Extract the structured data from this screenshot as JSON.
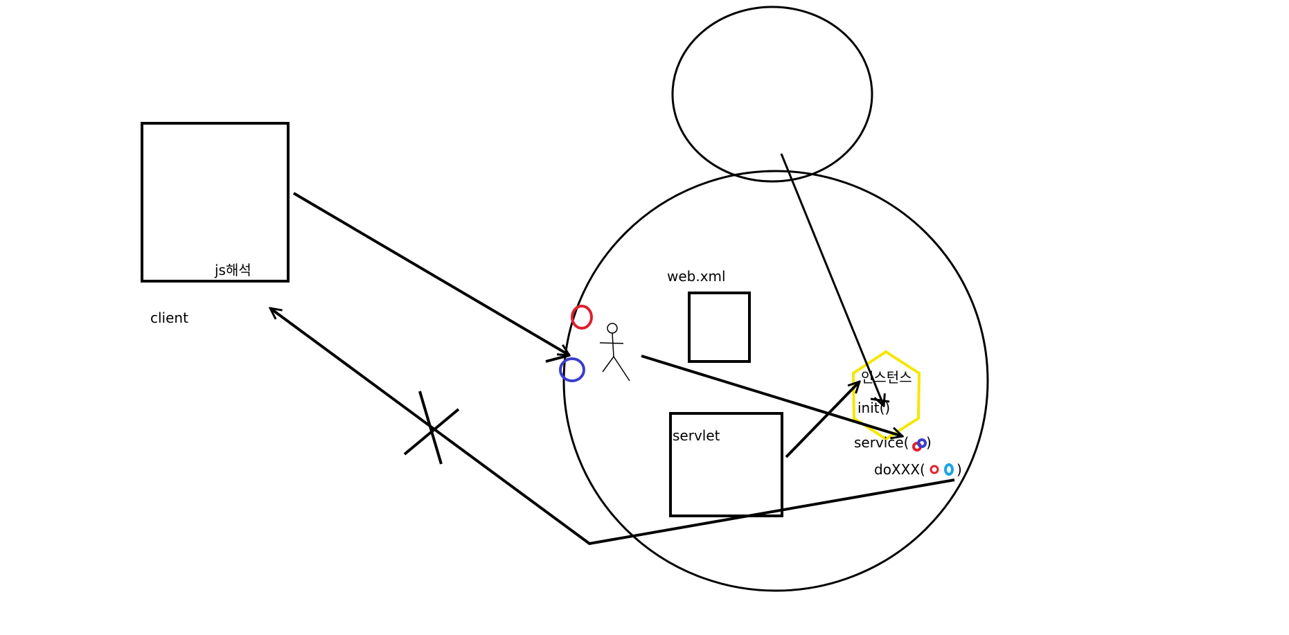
{
  "labels": {
    "js_parse": "js해석",
    "client": "client",
    "web_xml": "web.xml",
    "servlet": "servlet",
    "instance": "인스턴스",
    "init": "init()",
    "service": "service(",
    "service_close": ")",
    "doxxx": "doXXX(",
    "doxxx_close": ")"
  },
  "colors": {
    "stroke": "#000000",
    "request_marker": "#e0202e",
    "response_marker": "#3a3dcc",
    "instance_outline": "#f5e600",
    "doxxx_response_marker": "#1aa3e8"
  }
}
